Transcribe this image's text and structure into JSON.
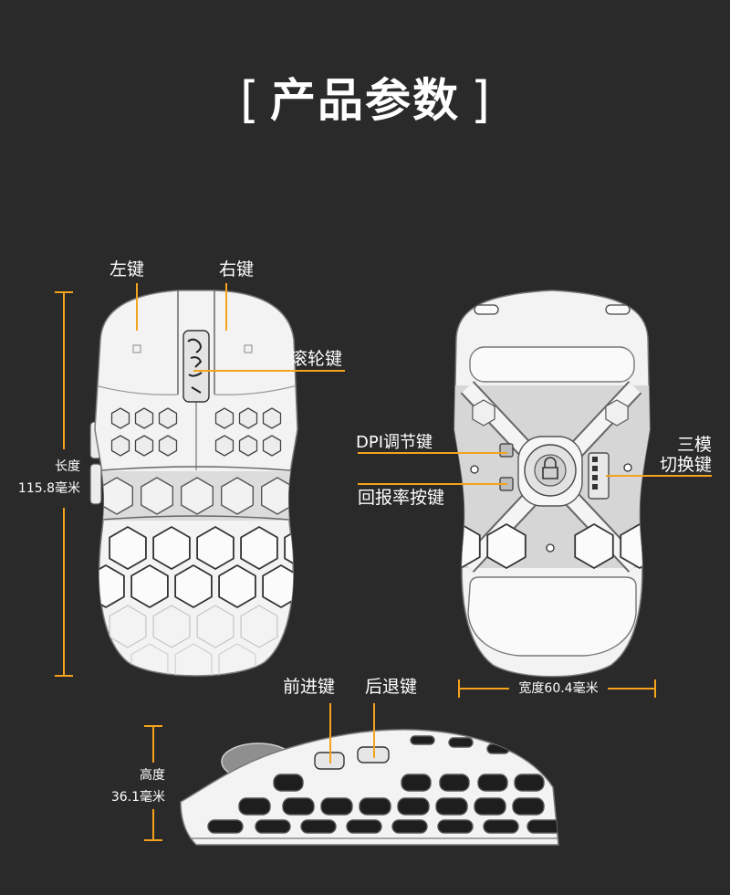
{
  "title": {
    "open_bracket": "[",
    "text": "产品参数",
    "close_bracket": "]"
  },
  "labels": {
    "left_button": "左键",
    "right_button": "右键",
    "scroll_wheel": "滚轮键",
    "dpi_button": "DPI调节键",
    "polling_rate_button": "回报率按键",
    "mode_switch_line1": "三模",
    "mode_switch_line2": "切换键",
    "forward_button": "前进键",
    "back_button": "后退键"
  },
  "dimensions": {
    "length_label": "长度",
    "length_value": "115.8毫米",
    "width_text": "宽度60.4毫米",
    "height_label": "高度",
    "height_value": "36.1毫米"
  },
  "colors": {
    "background": "#2a2a2a",
    "accent": "#f5a21c",
    "text": "#ffffff"
  }
}
